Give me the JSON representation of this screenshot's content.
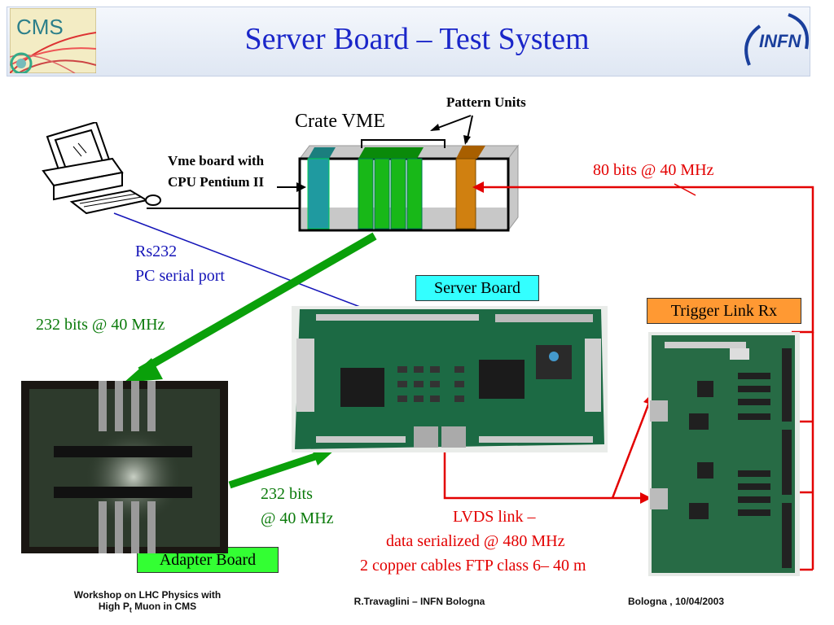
{
  "title": "Server Board – Test System",
  "labels": {
    "pattern_units": "Pattern Units",
    "crate_vme": "Crate VME",
    "vme_board_line1": "Vme board with",
    "vme_board_line2": "CPU Pentium II",
    "rs232_line1": "Rs232",
    "rs232_line2": "PC serial port",
    "link_80": "80 bits @ 40 MHz",
    "link_232_top": "232 bits @ 40 MHz",
    "link_232_bottom_line1": "232 bits",
    "link_232_bottom_line2": "@ 40 MHz",
    "lvds_line1": "LVDS link –",
    "lvds_line2": "data serialized @ 480 MHz",
    "lvds_line3": "2 copper cables FTP class 6– 40 m"
  },
  "boxes": {
    "server_board": "Server Board",
    "trigger_link_rx": "Trigger Link Rx",
    "adapter_board": "Adapter Board"
  },
  "logos": {
    "left": "CMS",
    "right": "INFN"
  },
  "footer": {
    "left_line1": "Workshop on LHC Physics with",
    "left_line2_pre": "High P",
    "left_line2_sub": "t",
    "left_line2_post": " Muon in CMS",
    "center": "R.Travaglini – INFN Bologna",
    "right": "Bologna , 10/04/2003"
  },
  "colors": {
    "title": "#1a26c9",
    "red_link": "#e30000",
    "green_link": "#0a7a0a",
    "blue_link": "#1414b8",
    "server_box": "#33ffff",
    "trigger_box": "#ff9933",
    "adapter_box": "#33ff33"
  }
}
